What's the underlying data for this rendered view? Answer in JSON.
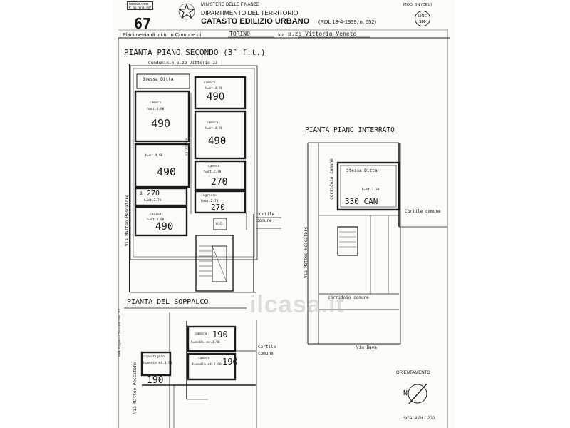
{
  "header": {
    "modulario_label": "MODULARIO",
    "modulario_sub": "F. rig. rend. 497",
    "sheet_number": "67",
    "ministry": "MINISTERO DELLE FINANZE",
    "department": "DIPARTIMENTO DEL TERRITORIO",
    "title": "CATASTO EDILIZIO URBANO",
    "law": "(RDL 13-4-1939, n. 652)",
    "mod_code": "MOD. BN (CEU)",
    "lire_label": "LIRE",
    "lire_value": "500",
    "planimetry_label": "Planimetria di u.i.u. in Comune di",
    "comune": "TORINO",
    "via_label": "via",
    "via_value": "p.za Vittorio Veneto"
  },
  "second_floor": {
    "title": "PIANTA PIANO SECONDO (3° f.t.)",
    "condominium": "Condominio p.za Vittorio 23",
    "street": "Via Matteo Pescatore",
    "courtyard": "cortile comune",
    "corridor": "corridoio",
    "rooms": [
      {
        "name": "Stessa Ditta",
        "height": "",
        "code": ""
      },
      {
        "name": "camera",
        "height": "h=mt.4.90",
        "code": "490"
      },
      {
        "name": "camera",
        "height": "h=mt.4.90",
        "code": "490"
      },
      {
        "name": "camera",
        "height": "h=mt.4.90",
        "code": "490"
      },
      {
        "name": "",
        "height": "h=mt.4.90",
        "code": "490"
      },
      {
        "name": "camera",
        "height": "h=mt.2.70",
        "code": "270"
      },
      {
        "name": "B",
        "height": "h=mt.2.70",
        "code": "270"
      },
      {
        "name": "ingresso",
        "height": "h=mt.2.70",
        "code": "270"
      },
      {
        "name": "cucina",
        "height": "h=mt.4.90",
        "code": "490"
      }
    ],
    "wc": "W.C."
  },
  "basement": {
    "title": "PIANTA PIANO INTERRATO",
    "same_owner": "Stessa Ditta",
    "height": "h=mt.3.30",
    "code": "330 CAN",
    "courtyard": "Cortile comune",
    "corridor_vertical": "corridoio comune",
    "corridor_horizontal": "corridoio comune",
    "street_left": "Via Matteo Pescatore",
    "street_bottom": "Via Bava"
  },
  "mezzanine": {
    "title": "PIANTA DEL SOPPALCO",
    "street": "Via Matteo Pescatore",
    "courtyard": "Cortile comune",
    "rooms": [
      {
        "name": "camera",
        "height": "",
        "code": "190"
      },
      {
        "name": "camera",
        "height": "h=medio mt.1.90",
        "code": "190"
      },
      {
        "name": "ripostiglio",
        "height": "h=medio mt.1.90",
        "code": "190"
      }
    ],
    "room_height_top": "h=medio mt.1.90"
  },
  "footer": {
    "orientation": "ORIENTAMENTO",
    "scale": "SCALA DI 1:200",
    "compass_letter": "N",
    "printer": "Istituto Poligrafico e Zecca dello Stato - P.V."
  },
  "watermark": "ilcasa.it"
}
